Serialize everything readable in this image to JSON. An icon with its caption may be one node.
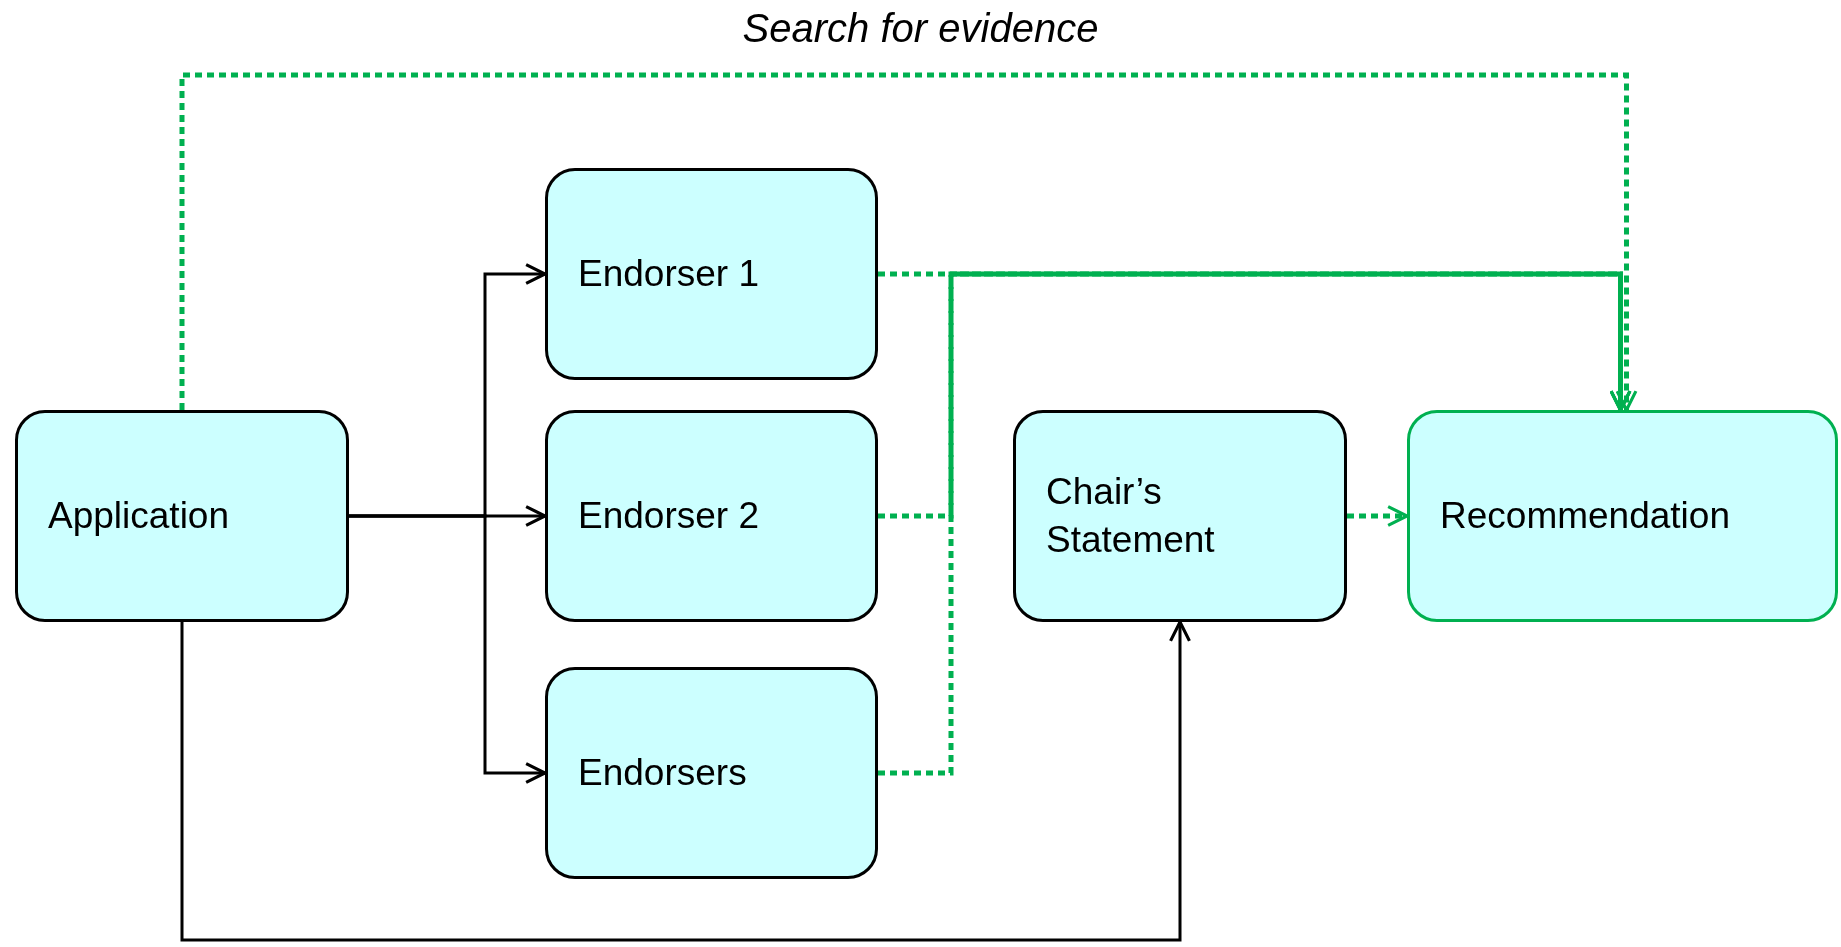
{
  "diagram": {
    "title": "Search for evidence",
    "nodes": [
      {
        "text": [
          "Application"
        ]
      },
      {
        "text": [
          "Endorser 1"
        ]
      },
      {
        "text": [
          "Endorser 2"
        ]
      },
      {
        "text": [
          "Endorsers"
        ]
      },
      {
        "text": [
          "Chair’s Statement"
        ]
      },
      {
        "text": [
          "Recommendation"
        ]
      }
    ],
    "edges": [
      {
        "from": 0,
        "to": 1,
        "arrow": "to",
        "color": "#000000"
      },
      {
        "from": 0,
        "to": 2,
        "arrow": "to",
        "color": "#000000"
      },
      {
        "from": 0,
        "to": 3,
        "arrow": "to",
        "color": "#000000"
      },
      {
        "from": 0,
        "to": 4,
        "arrow": "to",
        "color": "#000000"
      },
      {
        "from": 0,
        "to": 5,
        "arrow": "to",
        "style": "dashed",
        "color": "#00b050"
      },
      {
        "from": 1,
        "to": 5,
        "arrow": "to",
        "style": "dashed",
        "color": "#00b050"
      },
      {
        "from": 2,
        "to": 5,
        "arrow": "to",
        "style": "dashed",
        "color": "#00b050"
      },
      {
        "from": 3,
        "to": 5,
        "arrow": "to",
        "style": "dashed",
        "color": "#00b050"
      },
      {
        "from": 4,
        "to": 5,
        "arrow": "to",
        "style": "dashed",
        "color": "#00b050"
      }
    ]
  }
}
